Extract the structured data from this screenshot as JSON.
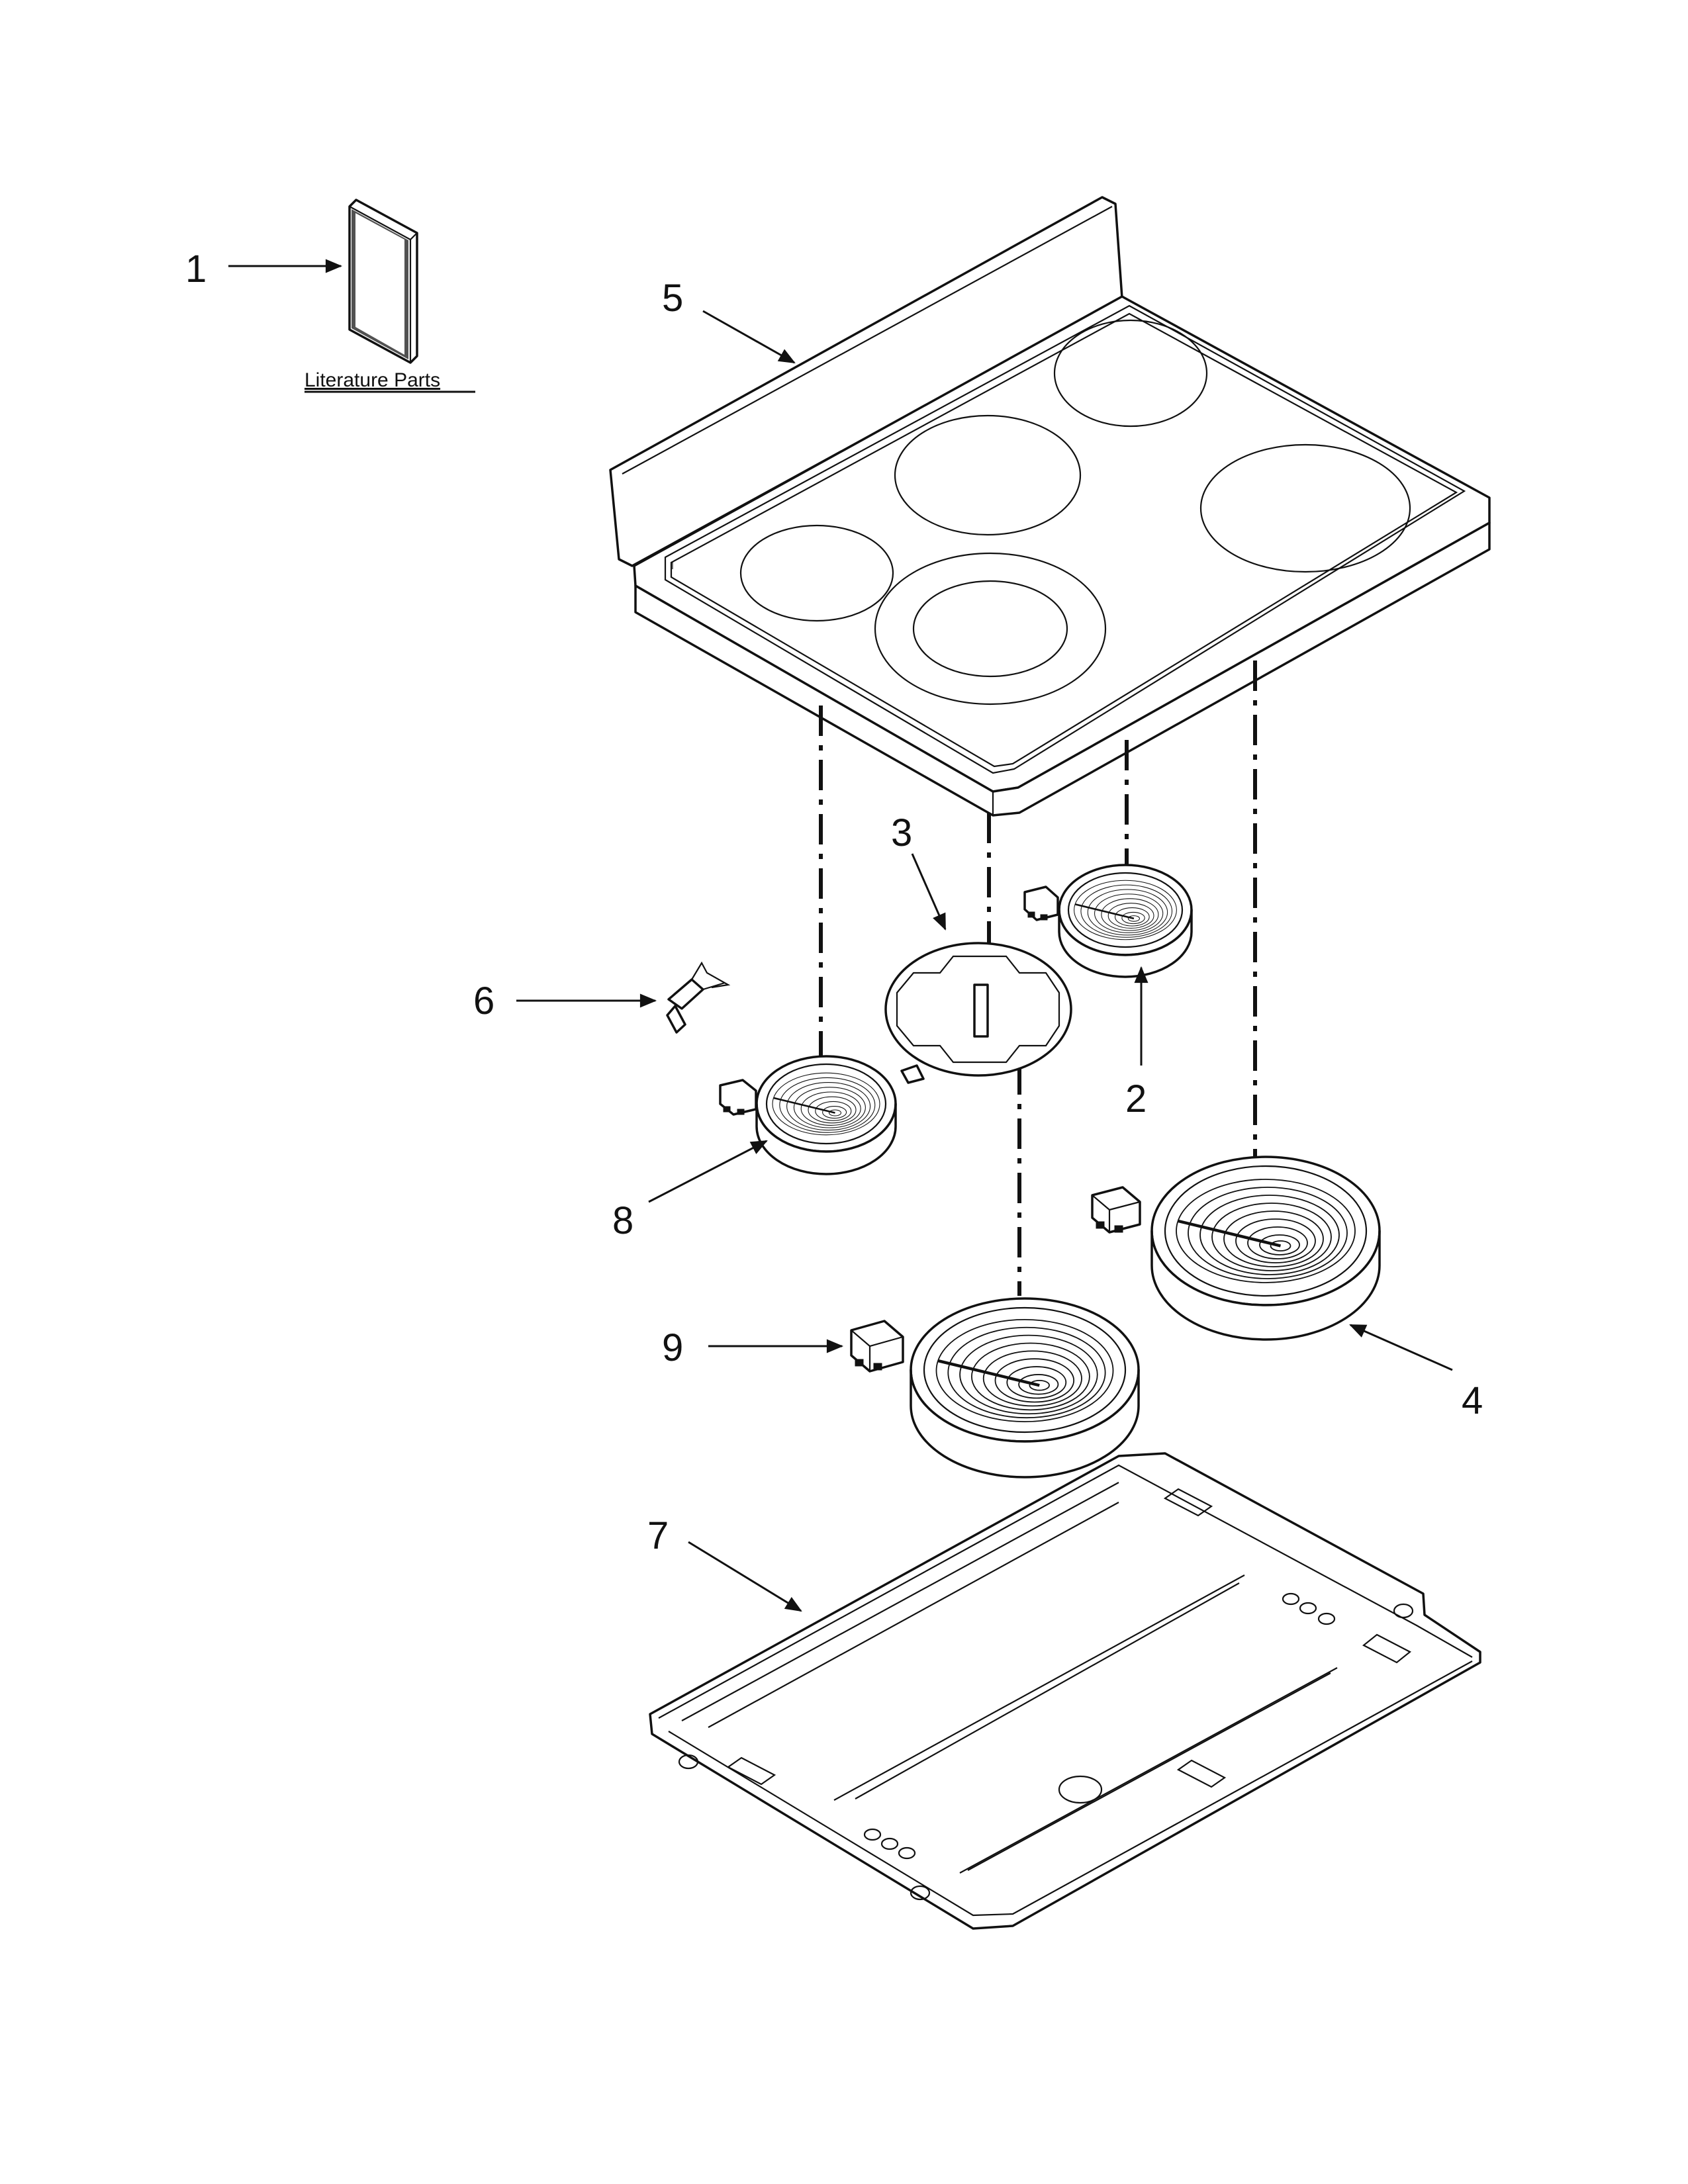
{
  "callouts": {
    "c1": "1",
    "c2": "2",
    "c3": "3",
    "c4": "4",
    "c5": "5",
    "c6": "6",
    "c7": "7",
    "c8": "8",
    "c9": "9"
  },
  "literature_caption": "Literature Parts",
  "colors": {
    "ink": "#111111",
    "paper": "#ffffff"
  }
}
